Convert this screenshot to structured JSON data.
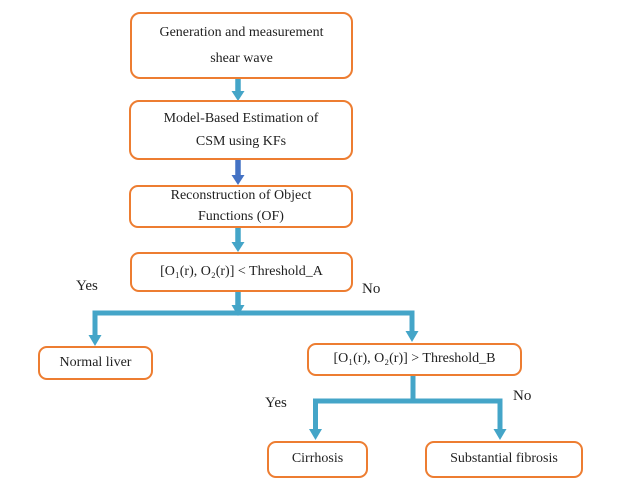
{
  "diagram": {
    "title": "Liver fibrosis assessment flowchart",
    "colors": {
      "box_border": "#ED7D31",
      "arrow_teal": "#44A5C8",
      "arrow_blue": "#4472C4",
      "text_color": "#1F1F1F",
      "background": "#FFFFFF"
    },
    "nodes": {
      "shear_wave": {
        "line1": "Generation and measurement",
        "line2": "shear wave"
      },
      "estimation": {
        "line1": "Model-Based Estimation of",
        "line2": "CSM using KFs"
      },
      "reconstruction": {
        "line1": "Reconstruction of Object",
        "line2": "Functions (OF)"
      },
      "threshold_a": {
        "line1": "[O₁(r), O₂(r)] < Threshold_A"
      },
      "normal_liver": {
        "line1": "Normal liver"
      },
      "threshold_b": {
        "line1": "[O₁(r), O₂(r)] > Threshold_B"
      },
      "cirrhosis": {
        "line1": "Cirrhosis"
      },
      "substantial_fibrosis": {
        "line1": "Substantial fibrosis"
      }
    },
    "labels": {
      "yes_top": "Yes",
      "no_top": "No",
      "yes_bottom": "Yes",
      "no_bottom": "No"
    }
  }
}
